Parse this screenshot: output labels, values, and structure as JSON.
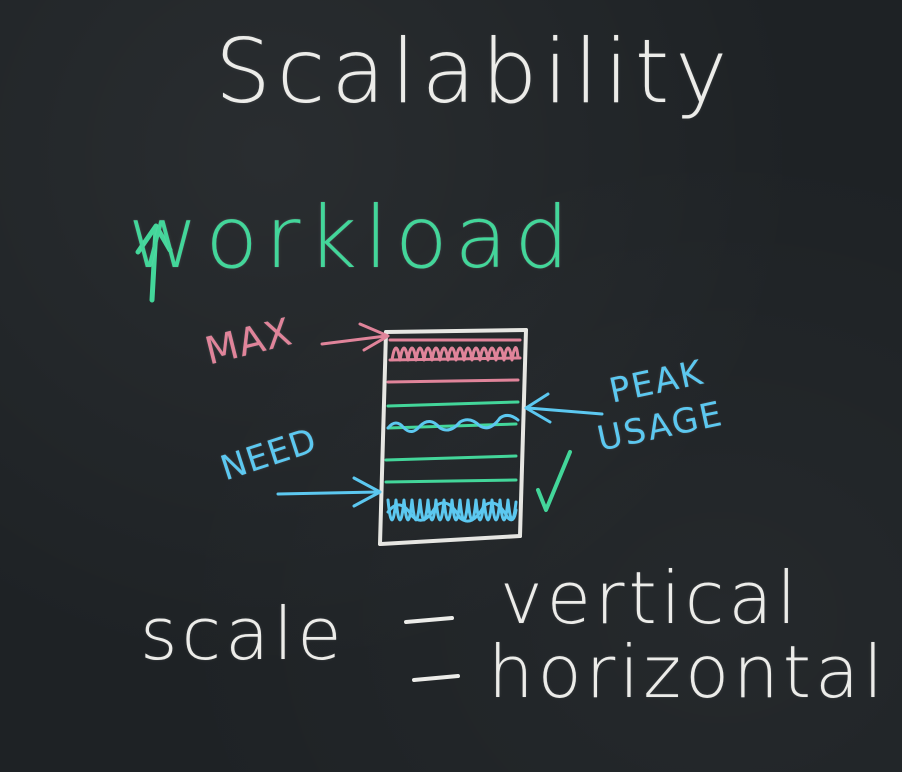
{
  "board": {
    "title": "Scalability",
    "workload": "workload",
    "max_label": "MAX",
    "need_label": "NEED",
    "peak_label": "PEAK",
    "usage_label": "USAGE",
    "scale_label": "scale",
    "vertical_label": "vertical",
    "horizontal_label": "horizontal"
  },
  "colors": {
    "background": "#1e2225",
    "chalk_white": "#ecece9",
    "chalk_green": "#43d69a",
    "chalk_pink": "#e0849a",
    "chalk_blue": "#5cc8f0"
  },
  "icons": {
    "up_arrow": "up-arrow-icon",
    "check": "check-mark-icon"
  }
}
